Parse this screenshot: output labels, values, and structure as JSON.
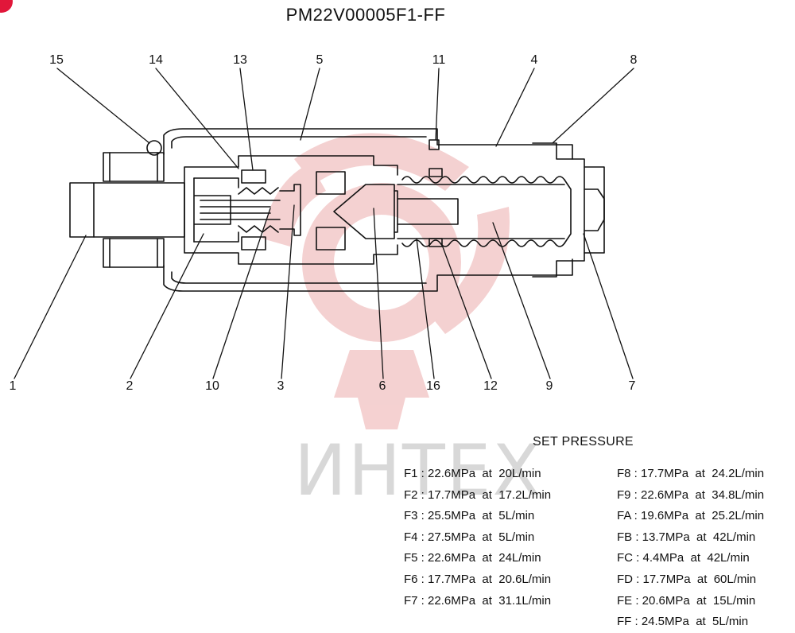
{
  "title": "PM22V00005F1-FF",
  "watermark": "ИНТЕХ",
  "part_labels": [
    "15",
    "14",
    "13",
    "5",
    "11",
    "4",
    "8",
    "1",
    "2",
    "10",
    "3",
    "6",
    "16",
    "12",
    "9",
    "7"
  ],
  "set_pressure": {
    "heading": "SET PRESSURE",
    "left_column": [
      "F1 : 22.6MPa  at  20L/min",
      "F2 : 17.7MPa  at  17.2L/min",
      "F3 : 25.5MPa  at  5L/min",
      "F4 : 27.5MPa  at  5L/min",
      "F5 : 22.6MPa  at  24L/min",
      "F6 : 17.7MPa  at  20.6L/min",
      "F7 : 22.6MPa  at  31.1L/min"
    ],
    "right_column": [
      "F8 : 17.7MPa  at  24.2L/min",
      "F9 : 22.6MPa  at  34.8L/min",
      "FA : 19.6MPa  at  25.2L/min",
      "FB : 13.7MPa  at  42L/min",
      "FC : 4.4MPa  at  42L/min",
      "FD : 17.7MPa  at  60L/min",
      "FE : 20.6MPa  at  15L/min",
      "FF : 24.5MPa  at  5L/min"
    ]
  },
  "colors": {
    "ink": "#111111",
    "watermark": "#f2c4c4",
    "badge": "#e1173a"
  }
}
